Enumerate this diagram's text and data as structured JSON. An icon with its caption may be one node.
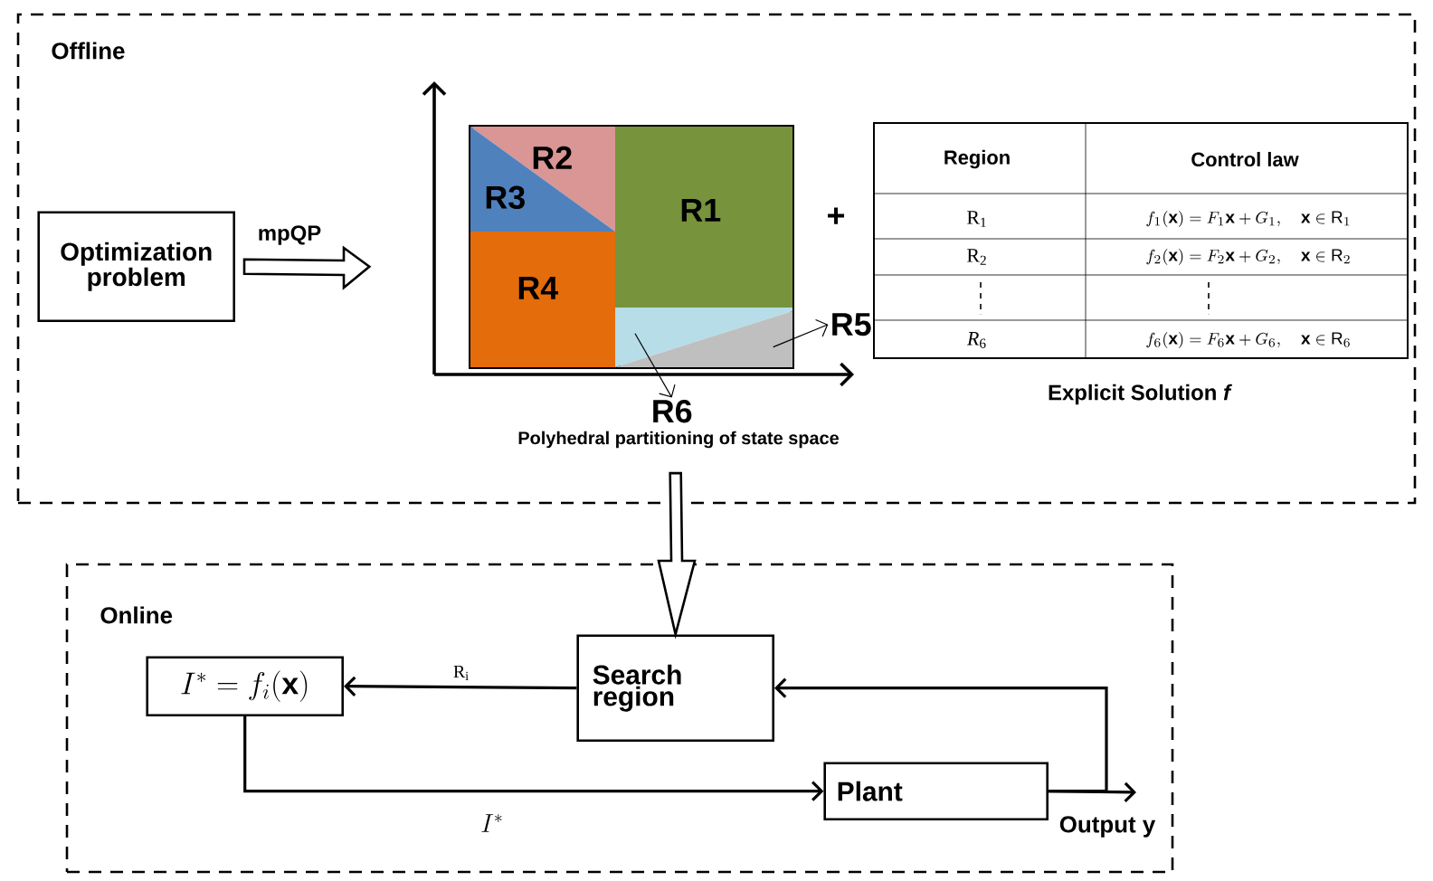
{
  "diagram": {
    "nodes": [
      {
        "text": [
          "Offline"
        ]
      },
      {
        "text": [
          "Optimization problem"
        ],
        "in": 0
      },
      {
        "text": [],
        "shape": "box",
        "in": 0
      },
      {
        "text": [
          "R2"
        ],
        "in": 2
      },
      {
        "text": [
          "R3"
        ],
        "in": 2
      },
      {
        "text": [
          "R1"
        ],
        "in": 2
      },
      {
        "text": [
          "R4"
        ],
        "in": 2
      },
      {
        "text": [],
        "shape": "triangle",
        "in": 2
      },
      {
        "text": [],
        "shape": "triangle",
        "in": 2
      },
      {
        "text": [
          "R5"
        ],
        "in": 0
      },
      {
        "text": [
          "R6"
        ],
        "in": 0
      },
      {
        "text": [
          "Online"
        ]
      },
      {
        "text": [
          "I^{*} = f_{i}(\\mathbf{x})"
        ],
        "in": 11
      },
      {
        "text": [
          "Search region"
        ],
        "in": 11
      },
      {
        "text": [
          "Plant"
        ],
        "in": 11
      }
    ],
    "edges": [
      {
        "from": 1,
        "to": 2,
        "arrow": "to",
        "style": "thick",
        "label": "mpQP"
      },
      {
        "from": 8,
        "to": 9,
        "arrow": "to"
      },
      {
        "from": 7,
        "to": 10,
        "arrow": "to"
      },
      {
        "from": 2,
        "to": 13,
        "arrow": "to",
        "style": "thick"
      },
      {
        "from": 13,
        "to": 12,
        "arrow": "to",
        "label": "R$_{i}$"
      },
      {
        "from": 12,
        "to": 14,
        "arrow": "to",
        "label": "I^{*}"
      },
      {
        "from": 14,
        "to": null,
        "arrow": "to",
        "label": "Output y"
      },
      {
        "from": 14,
        "to": 13,
        "arrow": "to"
      }
    ],
    "labels": [
      "+",
      "Region",
      "Control law",
      "R$_{1}$",
      "f_{1}(\\mathbf{x}) = F_{1}\\mathbf{x} + G_{1}, \\quad \\mathbf{x} \\in \\mathrm{R}_{1}",
      "R$_{2}$",
      "f_{2}(\\mathbf{x}) = F_{2}\\mathbf{x} + G_{2}, \\quad \\mathbf{x} \\in \\mathrm{R}_{2}",
      "*R*$_{6}$",
      "f_{6}(\\mathbf{x}) = F_{6}\\mathbf{x} + G_{6}, \\quad \\mathbf{x} \\in \\mathrm{R}_{6}",
      "Explicit Solution *f*",
      "Polyhedral partitioning of state space"
    ]
  }
}
